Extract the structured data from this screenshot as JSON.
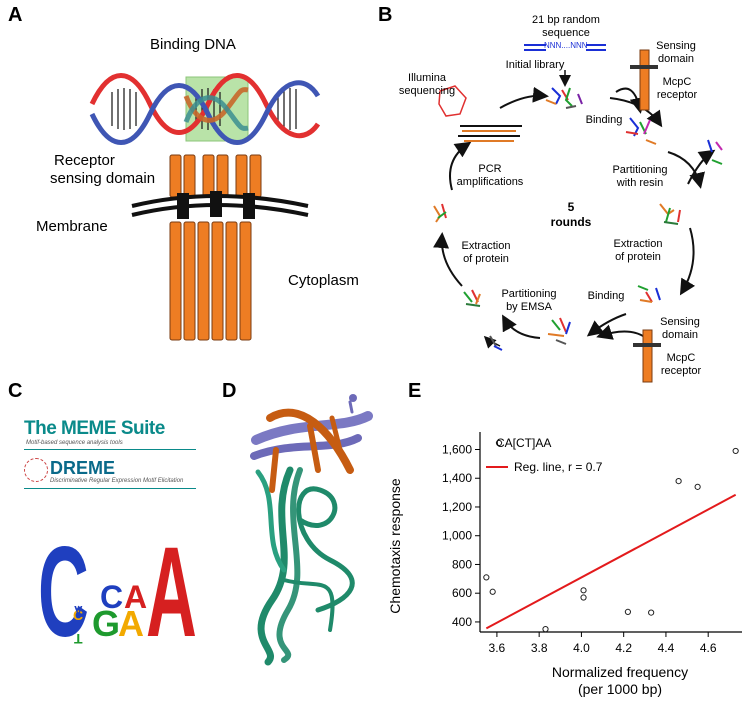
{
  "panels": {
    "a": "A",
    "b": "B",
    "c": "C",
    "d": "D",
    "e": "E"
  },
  "panel_a": {
    "binding_dna": "Binding DNA",
    "receptor_line1": "Receptor",
    "receptor_line2": "sensing domain",
    "membrane": "Membrane",
    "cytoplasm": "Cytoplasm"
  },
  "panel_b": {
    "random_seq_line1": "21 bp random",
    "random_seq_line2": "sequence",
    "nnn": "NNN....NNN",
    "initial_library": "Initial library",
    "sensing_domain_top_1": "Sensing",
    "sensing_domain_top_2": "domain",
    "mcpc_top_1": "McpC",
    "mcpc_top_2": "receptor",
    "illumina_1": "Illumina",
    "illumina_2": "sequencing",
    "binding_top": "Binding",
    "partitioning_resin_1": "Partitioning",
    "partitioning_resin_2": "with resin",
    "pcr_1": "PCR",
    "pcr_2": "amplifications",
    "rounds_1": "5",
    "rounds_2": "rounds",
    "extraction_right_1": "Extraction",
    "extraction_right_2": "of protein",
    "extraction_left_1": "Extraction",
    "extraction_left_2": "of protein",
    "partitioning_emsa_1": "Partitioning",
    "partitioning_emsa_2": "by EMSA",
    "binding_bottom": "Binding",
    "sensing_domain_bot_1": "Sensing",
    "sensing_domain_bot_2": "domain",
    "mcpc_bot_1": "McpC",
    "mcpc_bot_2": "receptor"
  },
  "panel_c": {
    "meme_title": "The MEME Suite",
    "meme_sub": "Motif-based sequence analysis tools",
    "dreme_title": "DREME",
    "dreme_sub": "Discriminative Regular Expression Motif Elicitation",
    "logo_letters": {
      "pos1": "C",
      "pos2_top": "A",
      "pos2_mid": "C",
      "pos2_bot": "T",
      "pos3_top": "C",
      "pos3_bot": "G",
      "pos4_top": "A",
      "pos4_bot": "A",
      "pos5": "A"
    },
    "colors": {
      "C": "#1f3fbf",
      "A": "#d62020",
      "G": "#f2a900",
      "T": "#1e9a2e"
    }
  },
  "chart_data": {
    "type": "scatter",
    "title": "",
    "xlabel": "Normalized frequency\n(per 1000 bp)",
    "ylabel": "Chemotaxis response",
    "xlim": [
      3.52,
      4.76
    ],
    "ylim": [
      330,
      1680
    ],
    "xticks": [
      "3.6",
      "3.8",
      "4.0",
      "4.2",
      "4.4",
      "4.6"
    ],
    "xtick_values": [
      3.6,
      3.8,
      4.0,
      4.2,
      4.4,
      4.6
    ],
    "yticks": [
      "400",
      "600",
      "800",
      "1,000",
      "1,200",
      "1,400",
      "1,600"
    ],
    "ytick_values": [
      400,
      600,
      800,
      1000,
      1200,
      1400,
      1600
    ],
    "grid": false,
    "legend_position": "top-left",
    "series": [
      {
        "name": "CA[CT]AA",
        "points": [
          [
            3.55,
            710
          ],
          [
            3.58,
            610
          ],
          [
            3.83,
            350
          ],
          [
            4.01,
            620
          ],
          [
            4.01,
            570
          ],
          [
            4.22,
            470
          ],
          [
            4.33,
            465
          ],
          [
            4.46,
            1380
          ],
          [
            4.55,
            1340
          ],
          [
            4.73,
            1590
          ]
        ]
      },
      {
        "name": "Reg. line, r = 0.7",
        "line": [
          [
            3.55,
            355
          ],
          [
            4.73,
            1285
          ]
        ],
        "color": "#e31a1c"
      }
    ]
  }
}
